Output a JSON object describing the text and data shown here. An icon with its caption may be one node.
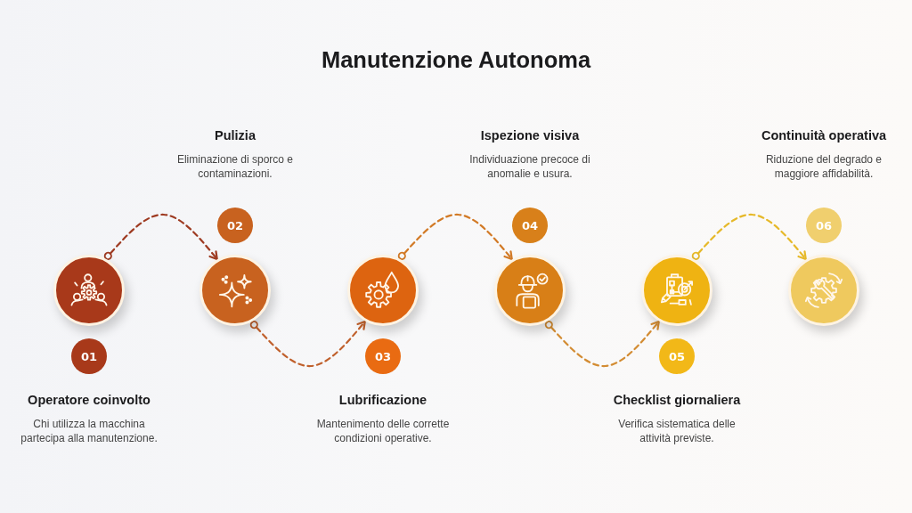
{
  "diagram": {
    "title": "Manutenzione Autonoma",
    "nodes": [
      {
        "text": [],
        "shape": "circle",
        "beside": [
          "Operatore coinvolto",
          "Chi utilizza la macchina partecipa alla manutenzione."
        ]
      },
      {
        "text": [
          "01"
        ]
      },
      {
        "text": [],
        "shape": "circle",
        "beside": [
          "Pulizia",
          "Eliminazione di sporco e contaminazioni."
        ]
      },
      {
        "text": [
          "02"
        ]
      },
      {
        "text": [],
        "shape": "circle",
        "beside": [
          "Lubrificazione",
          "Mantenimento delle corrette condizioni operative."
        ]
      },
      {
        "text": [
          "03"
        ]
      },
      {
        "text": [],
        "shape": "circle",
        "beside": [
          "Ispezione visiva",
          "Individuazione precoce di anomalie e usura."
        ]
      },
      {
        "text": [
          "04"
        ]
      },
      {
        "text": [],
        "shape": "circle",
        "beside": [
          "Checklist giornaliera",
          "Verifica sistematica delle attività previste."
        ]
      },
      {
        "text": [
          "05"
        ]
      },
      {
        "text": [],
        "shape": "circle",
        "beside": [
          "Continuità operativa",
          "Riduzione del degrado e maggiore affidabilità."
        ]
      },
      {
        "text": [
          "06"
        ]
      }
    ],
    "edges": [
      {
        "from": 0,
        "to": 2,
        "arrow": "to",
        "style": "dashed",
        "color": "#9e3b22"
      },
      {
        "from": 2,
        "to": 4,
        "arrow": "to",
        "style": "dashed",
        "color": "#c0602c"
      },
      {
        "from": 4,
        "to": 6,
        "arrow": "to",
        "style": "dashed",
        "color": "#d27a26"
      },
      {
        "from": 6,
        "to": 8,
        "arrow": "to",
        "style": "dashed",
        "color": "#d38c33"
      },
      {
        "from": 8,
        "to": 10,
        "arrow": "to",
        "style": "dashed",
        "color": "#e6b92a"
      }
    ]
  }
}
